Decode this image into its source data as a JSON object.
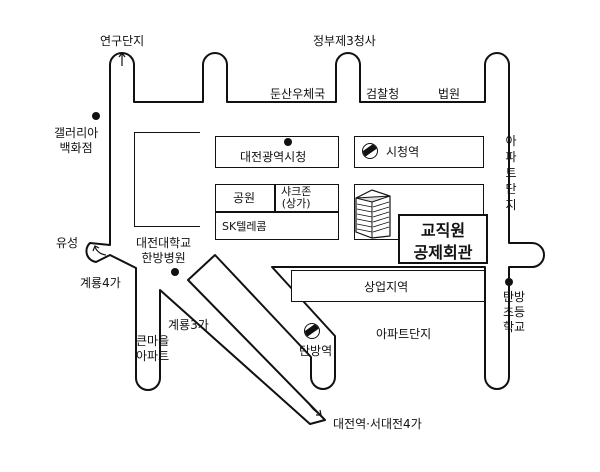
{
  "roads": {
    "yeongu_danji": "연구단지",
    "jeongbu_cheongsa": "정부제3청사",
    "yuseong": "유성",
    "gyeryong4": "계룡4가",
    "gyeryong3": "계룡3가",
    "daejeon_station": "대전역·서대전4가"
  },
  "landmarks": {
    "dunsan_post": "둔산우체국",
    "prosecutor": "검찰청",
    "court": "법원",
    "city_hall": "대전광역시청",
    "city_hall_station": "시청역",
    "gallery": "갤러리아\n백화점",
    "park": "공원",
    "shop_zone": "샤크존\n(상가)",
    "sk_telecom": "SK텔레콤",
    "hospital": "대전대학교\n한방병원",
    "commercial": "상업지역",
    "apt_right": "아파트단지",
    "apt_bottom": "아파트단지",
    "keunmaeul": "큰마을\n아파트",
    "tanbang_station": "탄방역",
    "tanbang_school": "탄방\n초등\n학교"
  },
  "destination": {
    "line1": "교직원",
    "line2": "공제회관"
  }
}
